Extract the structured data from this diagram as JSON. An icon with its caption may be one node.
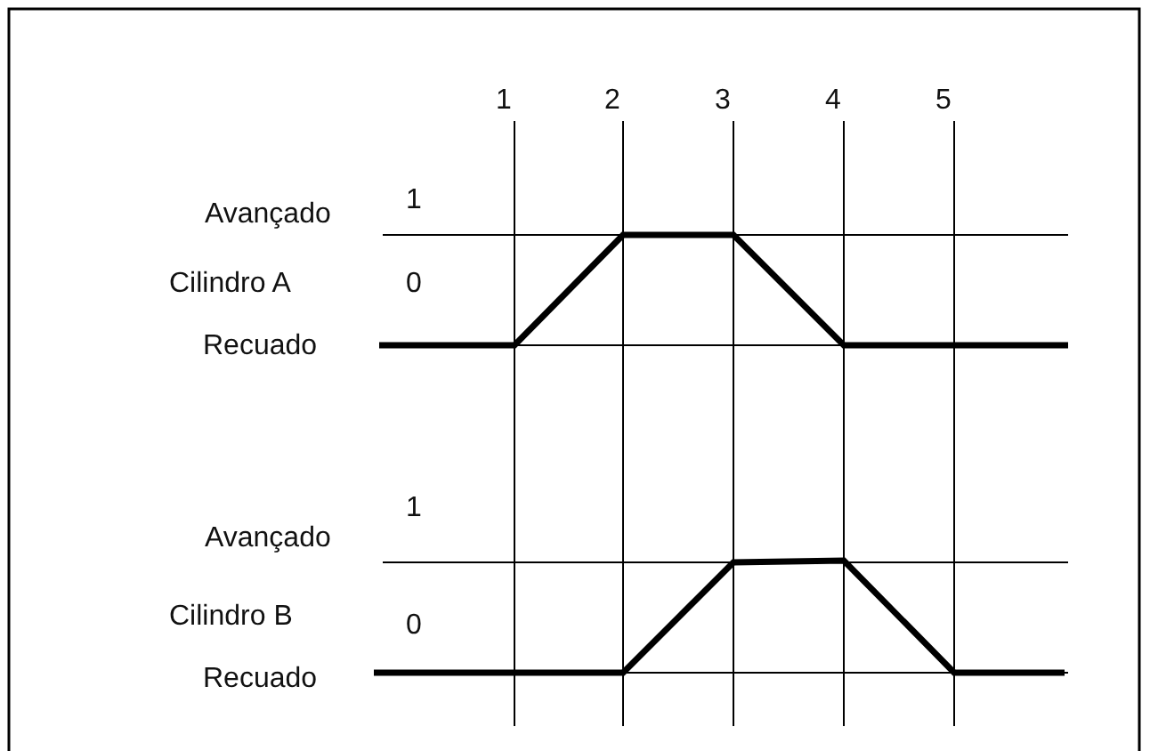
{
  "diagram": {
    "labels": [
      "1",
      "2",
      "3",
      "4",
      "5",
      "Avançado",
      "1",
      "Cilindro A",
      "0",
      "Recuado",
      "Avançado",
      "1",
      "Cilindro B",
      "0",
      "Recuado"
    ]
  }
}
